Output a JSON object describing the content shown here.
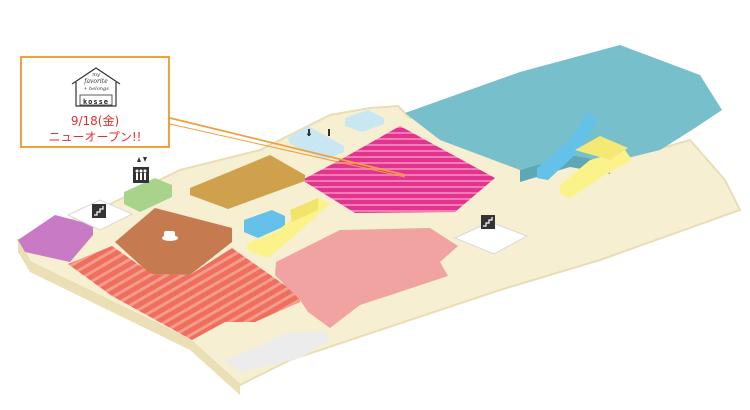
{
  "map": {
    "colors": {
      "floor": "#f7efd2",
      "floor_edge": "#e8ddb6",
      "pink": "#e2338f",
      "salmon": "#f0a3a0",
      "coral": "#ef6e5c",
      "brown_dark": "#c57b4f",
      "brown": "#cfa14d",
      "teal": "#78bfcc",
      "purple": "#c97ac4",
      "green": "#a9d38a",
      "yellow": "#fbf38a",
      "blue": "#63c1ea",
      "callout": "#f0a040"
    },
    "icons": [
      "elevator-icon",
      "cafe-icon",
      "stairs-icon",
      "escalator-icon",
      "restroom-icon"
    ]
  },
  "callout": {
    "logo_line1": "my",
    "logo_line2": "favorite",
    "logo_line3": "+ belongs",
    "brand": "kosse",
    "date": "9/18(金)",
    "announcement": "ニューオープン!!"
  }
}
